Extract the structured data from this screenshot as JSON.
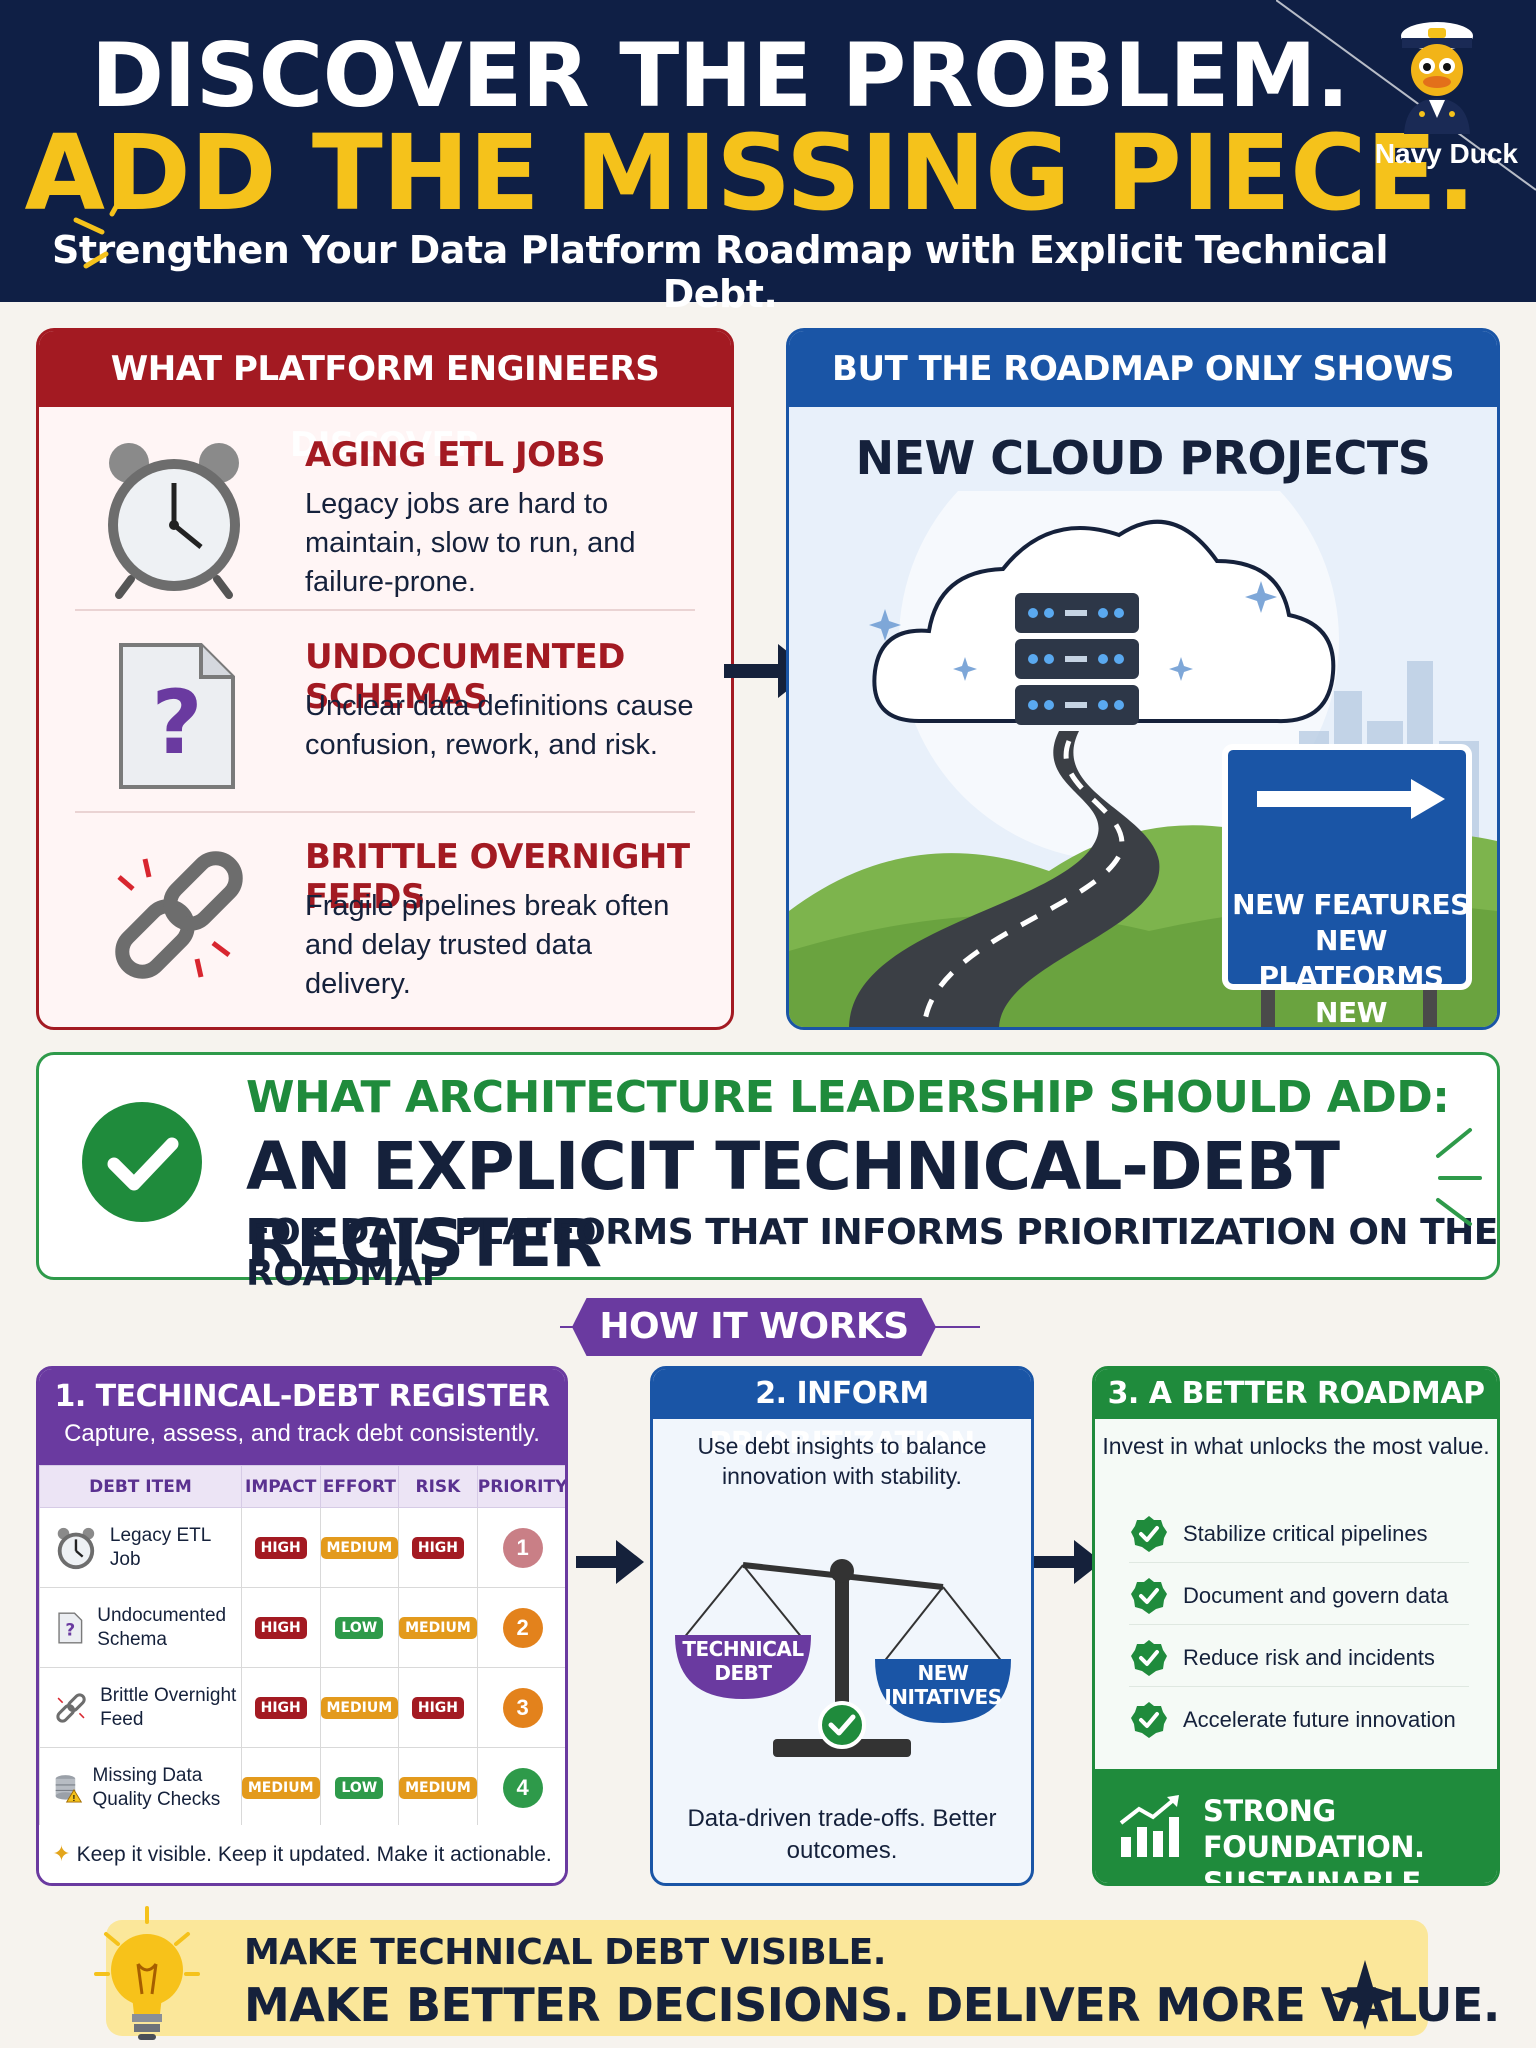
{
  "header": {
    "line1": "DISCOVER THE PROBLEM.",
    "line2": "ADD THE MISSING PIECE.",
    "line3": "Strengthen Your Data Platform Roadmap with Explicit Technical Debt.",
    "brand": "Navy Duck"
  },
  "discover": {
    "title": "WHAT PLATFORM ENGINEERS DISCOVER",
    "items": [
      {
        "title": "AGING ETL JOBS",
        "desc": "Legacy jobs are hard to maintain, slow to run, and failure-prone.",
        "icon": "alarm-clock-icon"
      },
      {
        "title": "UNDOCUMENTED SCHEMAS",
        "desc": "Unclear data definitions cause confusion, rework, and risk.",
        "icon": "question-document-icon"
      },
      {
        "title": "BRITTLE OVERNIGHT FEEDS",
        "desc": "Fragile pipelines break often and delay trusted data delivery.",
        "icon": "broken-chain-icon"
      }
    ]
  },
  "roadmap": {
    "title": "BUT THE ROADMAP ONLY SHOWS",
    "subtitle": "NEW CLOUD PROJECTS",
    "sign": [
      "NEW FEATURES",
      "NEW PLATFORMS",
      "NEW INITIATIVES"
    ]
  },
  "architecture": {
    "line1": "WHAT ARCHITECTURE LEADERSHIP SHOULD ADD:",
    "line2": "AN EXPLICIT TECHNICAL-DEBT REGISTER",
    "line3": "FOR DATA PLATFORMS THAT INFORMS PRIORITIZATION ON THE ROADMAP"
  },
  "how_it_works": "HOW IT WORKS",
  "step1": {
    "title": "1. TECHINCAL-DEBT REGISTER",
    "subtitle": "Capture, assess, and track debt consistently.",
    "columns": [
      "DEBT ITEM",
      "IMPACT",
      "EFFORT",
      "RISK",
      "PRIORITY"
    ],
    "rows": [
      {
        "item": "Legacy ETL Job",
        "impact": "HIGH",
        "effort": "MEDIUM",
        "risk": "HIGH",
        "priority": "1",
        "icon": "alarm-clock-icon"
      },
      {
        "item": "Undocumented Schema",
        "impact": "HIGH",
        "effort": "LOW",
        "risk": "MEDIUM",
        "priority": "2",
        "icon": "question-document-icon"
      },
      {
        "item": "Brittle Overnight Feed",
        "impact": "HIGH",
        "effort": "MEDIUM",
        "risk": "HIGH",
        "priority": "3",
        "icon": "broken-chain-icon"
      },
      {
        "item": "Missing Data Quality Checks",
        "impact": "MEDIUM",
        "effort": "LOW",
        "risk": "MEDIUM",
        "priority": "4",
        "icon": "database-warning-icon"
      }
    ],
    "footer": "Keep it visible. Keep it updated. Make it actionable."
  },
  "step2": {
    "title": "2. INFORM PRIORITIZATION",
    "desc": "Use debt insights to balance innovation with stability.",
    "left_weight": "TECHNICAL DEBT",
    "right_weight": "NEW INITATIVES",
    "footer": "Data-driven trade-offs. Better outcomes."
  },
  "step3": {
    "title": "3. A BETTER ROADMAP",
    "desc": "Invest in what unlocks the most value.",
    "items": [
      "Stabilize critical pipelines",
      "Document and govern data",
      "Reduce risk and incidents",
      "Accelerate future innovation"
    ],
    "footer1": "STRONG FOUNDATION.",
    "footer2": "SUSTAINABLE GROWTH."
  },
  "bottom": {
    "line1": "MAKE TECHNICAL DEBT VISIBLE.",
    "line2": "MAKE BETTER DECISIONS. DELIVER MORE VALUE."
  },
  "colors": {
    "navy": "#0f1f45",
    "gold": "#f5c21b",
    "red": "#a31a22",
    "blue": "#1a55a6",
    "green": "#1f8b3c",
    "purple": "#6a3aa0",
    "orange": "#e39a1c",
    "yellow_band": "#fbe79a"
  }
}
